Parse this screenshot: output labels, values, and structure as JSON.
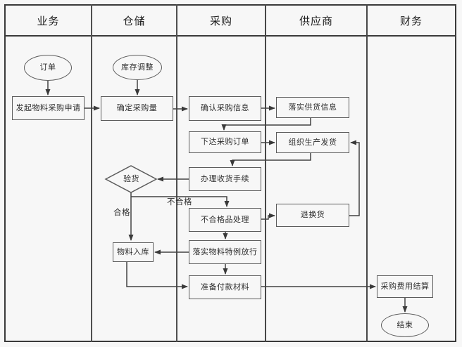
{
  "lanes": [
    {
      "label": "业务"
    },
    {
      "label": "仓储"
    },
    {
      "label": "采购"
    },
    {
      "label": "供应商"
    },
    {
      "label": "财务"
    }
  ],
  "nodes": {
    "order": {
      "label": "订单",
      "type": "start-ellipse"
    },
    "initiate_request": {
      "label": "发起物料采购申请",
      "type": "process"
    },
    "inventory_adjust": {
      "label": "库存调整",
      "type": "start-ellipse"
    },
    "determine_qty": {
      "label": "确定采购量",
      "type": "process"
    },
    "confirm_info": {
      "label": "确认采购信息",
      "type": "process"
    },
    "implement_supply": {
      "label": "落实供货信息",
      "type": "process"
    },
    "issue_po": {
      "label": "下达采购订单",
      "type": "process"
    },
    "organize_shipment": {
      "label": "组织生产发货",
      "type": "process"
    },
    "handle_receiving": {
      "label": "办理收货手续",
      "type": "process"
    },
    "inspect_goods": {
      "label": "验货",
      "type": "decision"
    },
    "nonconforming": {
      "label": "不合格品处理",
      "type": "process"
    },
    "return_exchange": {
      "label": "退换货",
      "type": "process"
    },
    "warehousing": {
      "label": "物料入库",
      "type": "process"
    },
    "special_release": {
      "label": "落实物料特例放行",
      "type": "process"
    },
    "prepare_payment": {
      "label": "准备付款材料",
      "type": "process"
    },
    "expense_settlement": {
      "label": "采购费用结算",
      "type": "process"
    },
    "end": {
      "label": "结束",
      "type": "end-ellipse"
    }
  },
  "edge_labels": {
    "qualified": "合格",
    "unqualified": "不合格"
  },
  "colors": {
    "background": "#f7f7f7",
    "table_line": "#3a3a3a",
    "node_border": "#5c5c5c",
    "connector": "#424242",
    "text": "#2e2e2e"
  }
}
